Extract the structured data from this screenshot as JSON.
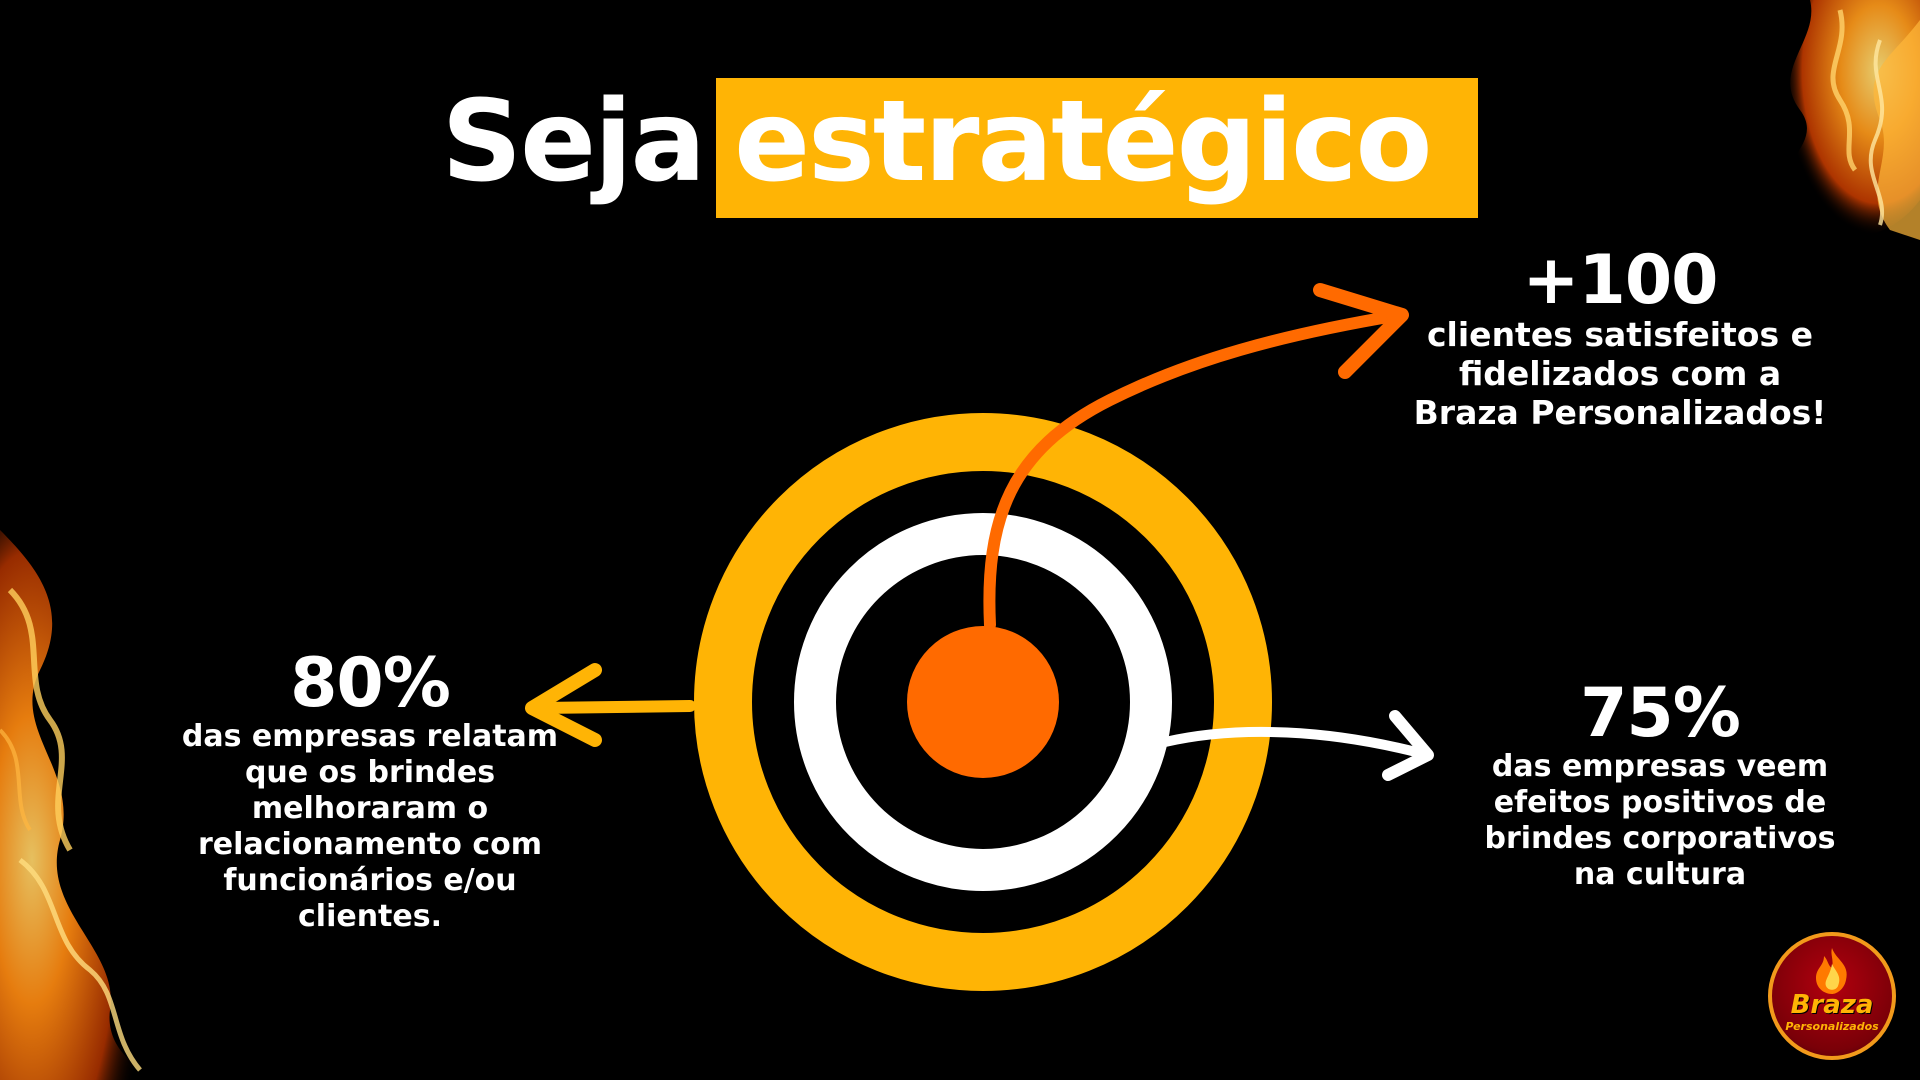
{
  "title": {
    "word1": "Seja",
    "word2": "estratégico"
  },
  "stats": {
    "top": {
      "number": "+100",
      "lines": [
        "clientes satisfeitos e",
        "fidelizados com a",
        "Braza Personalizados!"
      ]
    },
    "left": {
      "number": "80%",
      "lines": [
        "das empresas relatam",
        "que os brindes",
        "melhoraram o",
        "relacionamento com",
        "funcionários e/ou",
        "clientes."
      ]
    },
    "right": {
      "number": "75%",
      "lines": [
        "das empresas veem",
        "efeitos positivos de",
        "brindes corporativos",
        "na cultura"
      ]
    }
  },
  "logo": {
    "brand": "Braza",
    "sub": "Personalizados"
  },
  "colors": {
    "background": "#000000",
    "yellow": "#FFB405",
    "orange": "#FF6A00",
    "white": "#FFFFFF",
    "flame": "#FF7A00"
  },
  "icons": {
    "flames": "flame-decoration",
    "target": "target-icon"
  }
}
